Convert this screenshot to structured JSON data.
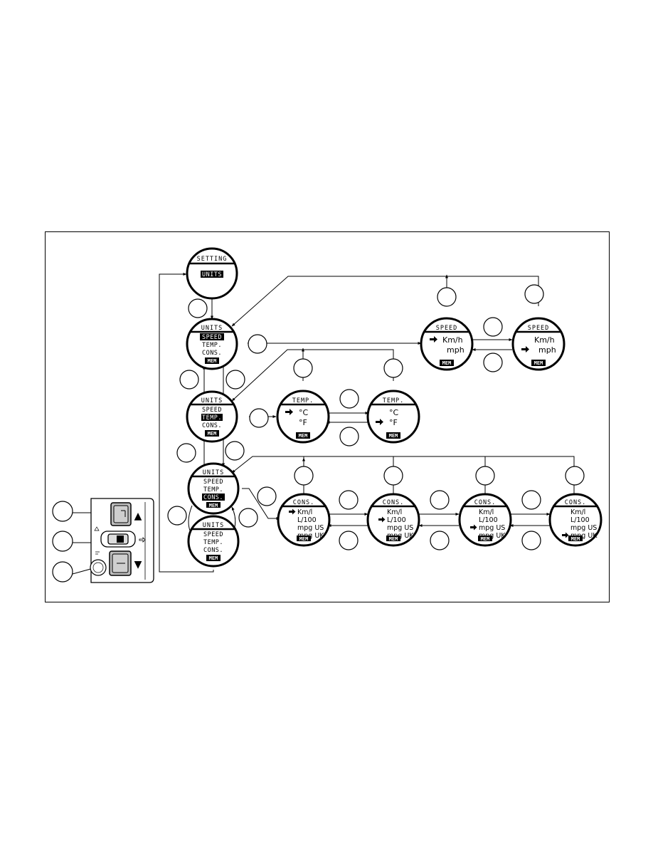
{
  "setting_screen": {
    "title": "SETTING",
    "selected": "UNITS"
  },
  "units_menu": {
    "title": "UNITS",
    "items": [
      "SPEED",
      "TEMP.",
      "CONS."
    ],
    "mem": "MEM"
  },
  "speed_screen": {
    "title": "SPEED",
    "options": [
      "Km/h",
      "mph"
    ]
  },
  "temp_screen": {
    "title": "TEMP.",
    "options": [
      "°C",
      "°F"
    ]
  },
  "cons_screen": {
    "title": "CONS.",
    "options": [
      "Km/l",
      "L/100",
      "mpg US",
      "mpg UK"
    ]
  },
  "control_symbols": {
    "up_arrow": "▲",
    "down_arrow": "▼"
  }
}
